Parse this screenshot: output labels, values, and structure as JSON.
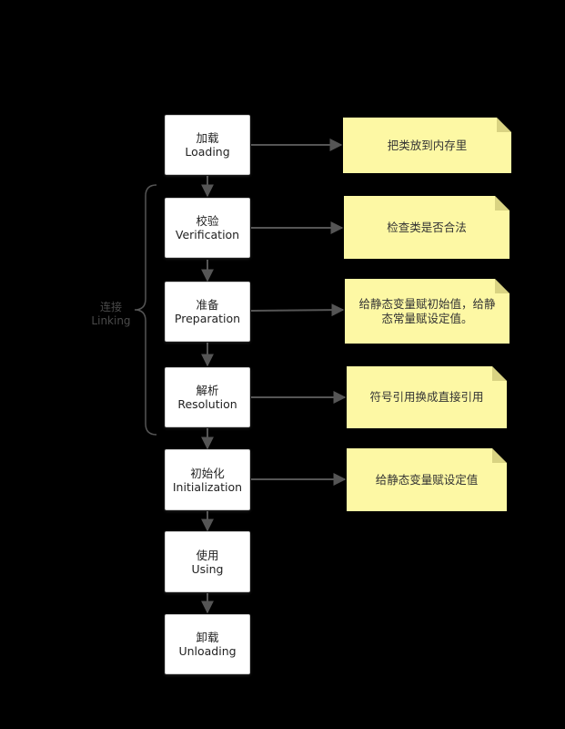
{
  "stages": [
    {
      "zh": "加载",
      "en": "Loading"
    },
    {
      "zh": "校验",
      "en": "Verification"
    },
    {
      "zh": "准备",
      "en": "Preparation"
    },
    {
      "zh": "解析",
      "en": "Resolution"
    },
    {
      "zh": "初始化",
      "en": "Initialization"
    },
    {
      "zh": "使用",
      "en": "Using"
    },
    {
      "zh": "卸载",
      "en": "Unloading"
    }
  ],
  "notes": [
    {
      "text": "把类放到内存里"
    },
    {
      "text": "检查类是否合法"
    },
    {
      "text": "给静态变量赋初始值，给静态常量赋设定值。"
    },
    {
      "text": "符号引用换成直接引用"
    },
    {
      "text": "给静态变量赋设定值"
    }
  ],
  "group": {
    "zh": "连接",
    "en": "Linking"
  },
  "colors": {
    "background": "#000000",
    "stage_fill": "#ffffff",
    "note_fill": "#fdf8a4",
    "arrow": "#555555",
    "group_label": "#4a4a4a"
  }
}
